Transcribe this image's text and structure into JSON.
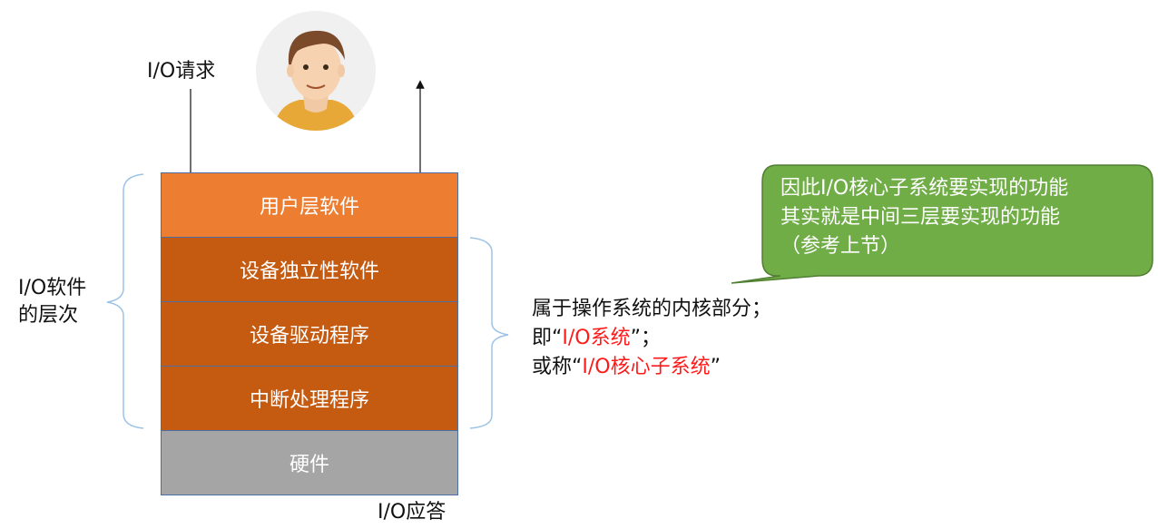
{
  "request_label": "I/O请求",
  "response_label": "I/O应答",
  "left_label": [
    "I/O软件",
    "的层次"
  ],
  "layers": [
    {
      "label": "用户层软件",
      "color": "#ed7d31"
    },
    {
      "label": "设备独立性软件",
      "color": "#c55a11"
    },
    {
      "label": "设备驱动程序",
      "color": "#c55a11"
    },
    {
      "label": "中断处理程序",
      "color": "#c55a11"
    },
    {
      "label": "硬件",
      "color": "#a5a5a5"
    }
  ],
  "kernel_note": {
    "line1": "属于操作系统的内核部分；",
    "line2_prefix": "即“",
    "line2_red": "I/O系统",
    "line2_suffix": "”；",
    "line3_prefix": "或称“",
    "line3_red": "I/O核心子系统",
    "line3_suffix": "”"
  },
  "callout": {
    "lines": [
      "因此I/O核心子系统要实现的功能",
      "其实就是中间三层要实现的功能",
      "（参考上节）"
    ],
    "color": "#70ad47"
  },
  "colors": {
    "bracket": "#9dc3e6",
    "layer_border": "#4a6fa5",
    "highlight": "#ff1a1a"
  },
  "icons": {
    "avatar": "person-avatar-icon"
  }
}
